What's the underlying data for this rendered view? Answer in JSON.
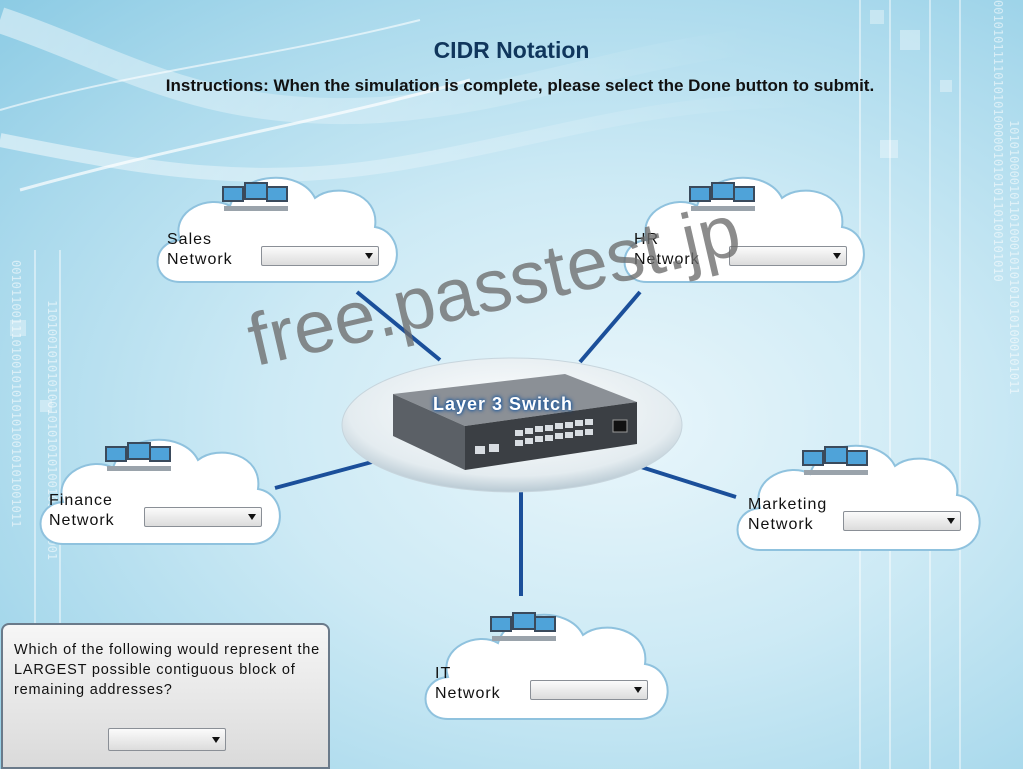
{
  "title": "CIDR Notation",
  "instructions": "Instructions: When the simulation is complete, please select the Done button to submit.",
  "switch": {
    "label": "Layer 3 Switch"
  },
  "networks": {
    "sales": {
      "line1": "Sales",
      "line2": "Network",
      "selected": ""
    },
    "hr": {
      "line1": "HR",
      "line2": "Network",
      "selected": ""
    },
    "finance": {
      "line1": "Finance",
      "line2": "Network",
      "selected": ""
    },
    "marketing": {
      "line1": "Marketing",
      "line2": "Network",
      "selected": ""
    },
    "it": {
      "line1": "IT",
      "line2": "Network",
      "selected": ""
    }
  },
  "question": {
    "text": "Which of the following would represent the LARGEST possible contiguous block of remaining addresses?",
    "selected": ""
  },
  "watermark": "free.passtest.jp",
  "binary_text": {
    "right_1": "001010111101010100000101010110100101010",
    "right_2": "10101000010110100010101010101000101011",
    "left_1": "0010110011101001010101010010101001011",
    "left_2": "110100101010100101010101001010101001"
  },
  "colors": {
    "title": "#10365c",
    "link_line": "#1b4f9a",
    "cloud_fill": "#ffffff",
    "cloud_shadow": "#7fb8d8"
  }
}
